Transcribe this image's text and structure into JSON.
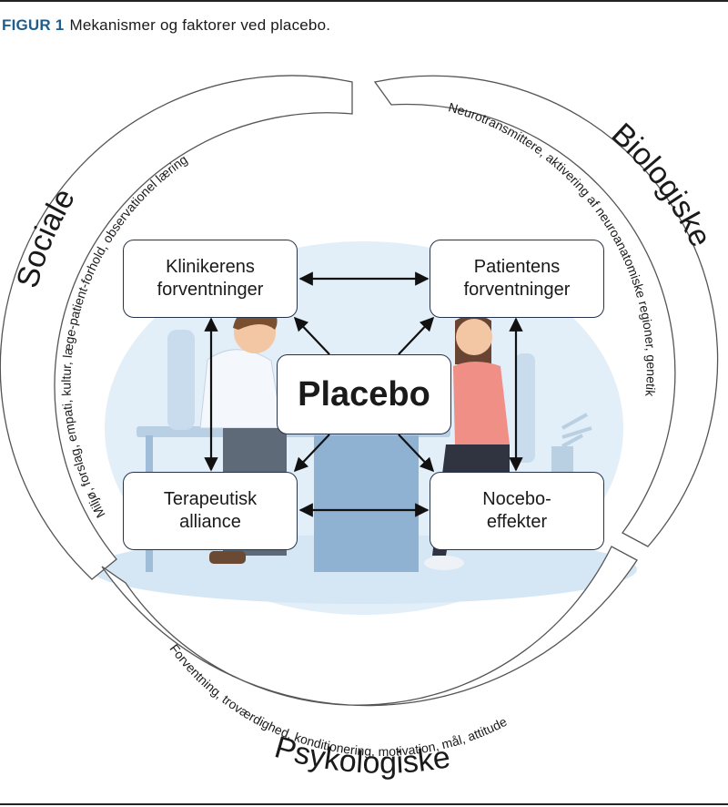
{
  "figure": {
    "label": "FIGUR 1",
    "caption": "Mekanismer og faktorer ved placebo."
  },
  "center": {
    "label": "Placebo"
  },
  "boxes": {
    "clinician": {
      "line1": "Klinikerens",
      "line2": "forventninger"
    },
    "patient": {
      "line1": "Patientens",
      "line2": "forventninger"
    },
    "alliance": {
      "line1": "Terapeutisk",
      "line2": "alliance"
    },
    "nocebo": {
      "line1": "Nocebo-",
      "line2": "effekter"
    }
  },
  "categories": {
    "social": {
      "title": "Sociale",
      "detail": "Miljø, forslag, empati, kultur, læge-patient-forhold, observationel læring"
    },
    "biological": {
      "title": "Biologiske",
      "detail": "Neurotransmittere, aktivering af neuroanatomiske regioner, genetik"
    },
    "psychological": {
      "title": "Psykologiske",
      "detail": "Forventning, troværdighed, konditionering, motivation, mål, attitude"
    }
  },
  "colors": {
    "caption_label": "#1f5d8c",
    "box_border": "#26324a",
    "illustration_bg": "#dcebf6",
    "ring_stroke": "#555555"
  }
}
